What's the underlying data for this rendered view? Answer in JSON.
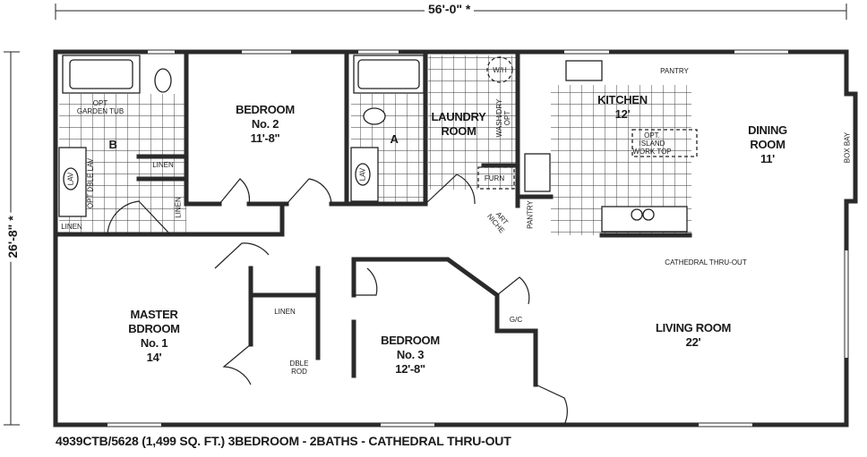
{
  "dimensions": {
    "width": "56'-0\"",
    "width_mark": "*",
    "depth": "26'-8\"",
    "depth_mark": "*"
  },
  "rooms": {
    "bedroom2": {
      "name": "BEDROOM",
      "num": "No. 2",
      "size": "11'-8\""
    },
    "laundry": {
      "line1": "LAUNDRY",
      "line2": "ROOM"
    },
    "kitchen": {
      "name": "KITCHEN",
      "size": "12'"
    },
    "dining": {
      "line1": "DINING",
      "line2": "ROOM",
      "size": "11'"
    },
    "master": {
      "line1": "MASTER",
      "line2": "BDROOM",
      "num": "No. 1",
      "size": "14'"
    },
    "bedroom3": {
      "name": "BEDROOM",
      "num": "No. 3",
      "size": "12'-8\""
    },
    "living": {
      "name": "LIVING ROOM",
      "size": "22'"
    }
  },
  "fixtures": {
    "opt_tub": "OPT",
    "garden_tub": "GARDEN TUB",
    "bath_b": "B",
    "bath_a": "A",
    "linen1": "LINEN",
    "linen2": "LINEN",
    "linen3": "LINEN",
    "linen4": "LINEN",
    "lav1": "LAV",
    "lav2": "LAV",
    "opt_dble_lav": "OPT DBLE LAV",
    "wh": "W/H",
    "wash_dry": "WASH/DRY",
    "wash_opt": "OPT",
    "furn": "FURN",
    "art_niche1": "ART",
    "art_niche2": "NICHE",
    "pantry1": "PANTRY",
    "pantry2": "PANTRY",
    "island1": "OPT.",
    "island2": "ISLAND",
    "island3": "WORK TOP",
    "box_bay": "BOX BAY",
    "cathedral": "CATHEDRAL THRU-OUT",
    "gc": "G/C",
    "dble": "DBLE",
    "rod": "ROD"
  },
  "caption": "4939CTB/5628 (1,499 SQ. FT.) 3BEDROOM - 2BATHS - CATHEDRAL THRU-OUT"
}
